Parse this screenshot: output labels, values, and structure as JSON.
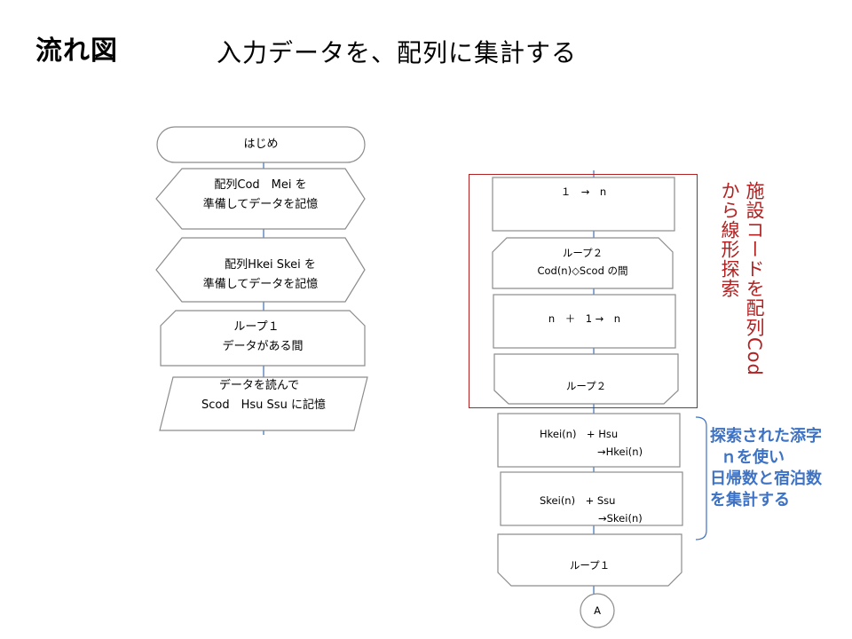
{
  "header": {
    "heading": "流れ図",
    "subtitle": "入力データを、配列に集計する"
  },
  "left_flow": {
    "start": "はじめ",
    "prep1": [
      "配列Cod　Mei を",
      "準備してデータを記憶"
    ],
    "prep2": [
      "配列Hkei Skei を",
      "準備してデータを記憶"
    ],
    "loop1_start": [
      "ループ１",
      "データがある間"
    ],
    "read": [
      "データを読んで",
      "Scod　Hsu Ssu に記憶"
    ]
  },
  "right_flow": {
    "assign": "１　→　n",
    "loop2_start": [
      "ループ２",
      "Cod(n)◇Scod の間"
    ],
    "increment": "n　＋　1 →　n",
    "loop2_end": "ループ２",
    "hkei": [
      "Hkei(n)　+ Hsu",
      "→Hkei(n)"
    ],
    "skei": [
      "Skei(n)　+ Ssu",
      "→Skei(n)"
    ],
    "loop1_end": "ループ１",
    "connector": "A"
  },
  "annotations": {
    "red_note": "施設コードを配列Codから線形探索",
    "blue_note": [
      "探索された添字",
      "ｎを使い",
      "日帰数と宿泊数",
      "を集計する"
    ]
  },
  "colors": {
    "shape_stroke": "#8c8c8c",
    "connector": "#3d6fb0",
    "red_accent": "#b22222",
    "blue_accent": "#3d72c4"
  }
}
